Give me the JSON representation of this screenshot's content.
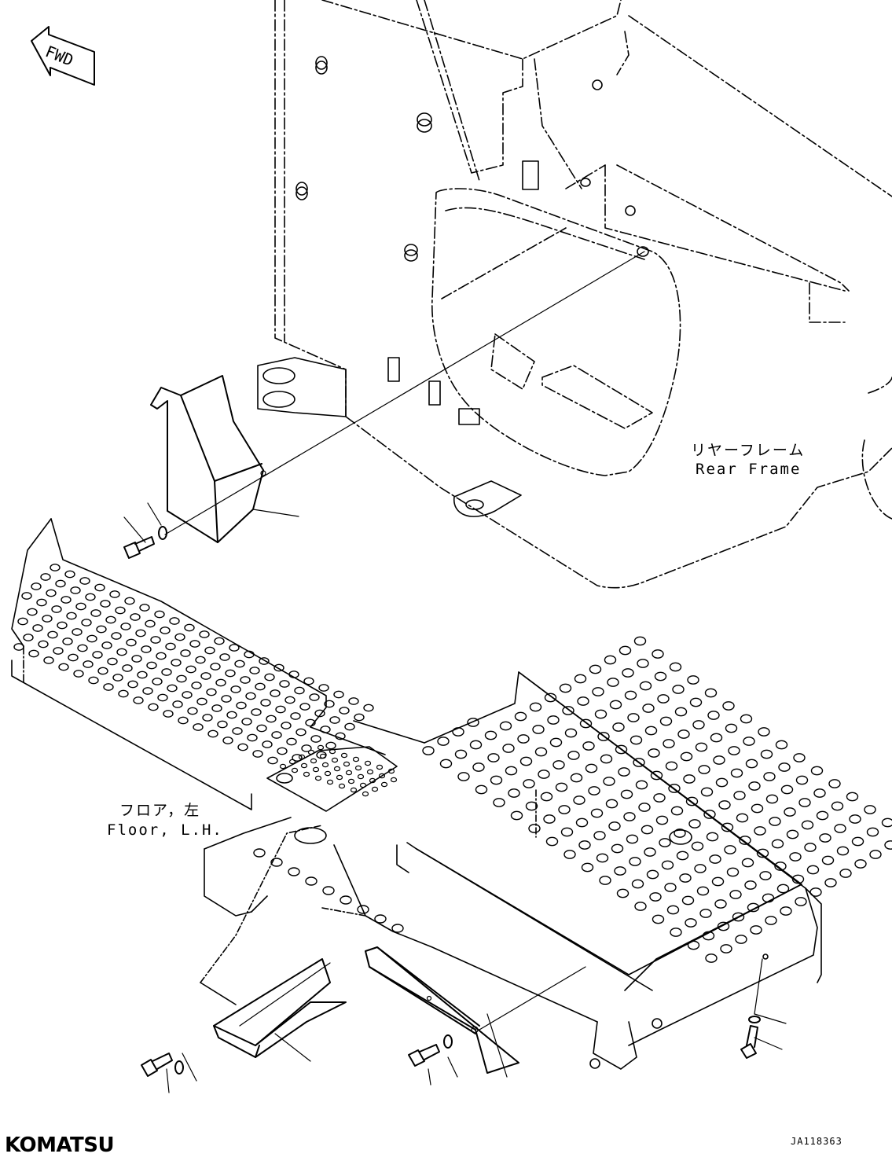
{
  "direction_marker": {
    "text": "FWD",
    "icon": "fwd-arrow-icon"
  },
  "labels": {
    "rear_frame_jp": "リヤーフレーム",
    "rear_frame_en": "Rear Frame",
    "floor_jp": "フロア，左",
    "floor_en": "Floor, L.H."
  },
  "brand": {
    "logo_text": "KOMATSU"
  },
  "drawing_code": "JA118363",
  "colors": {
    "line": "#000000",
    "background": "#ffffff"
  }
}
